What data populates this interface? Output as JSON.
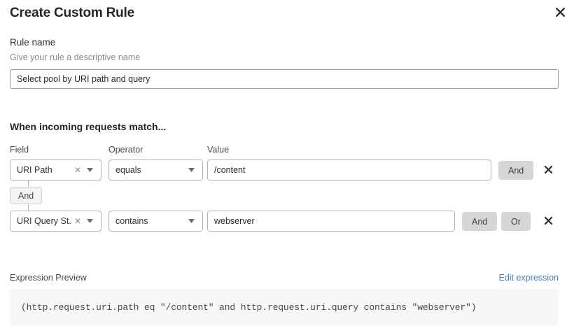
{
  "modal": {
    "title": "Create Custom Rule",
    "close_icon": "close-icon"
  },
  "rule_name": {
    "label": "Rule name",
    "help": "Give your rule a descriptive name",
    "value": "Select pool by URI path and query",
    "placeholder": "Select pool by URI path and query"
  },
  "conditions": {
    "heading": "When incoming requests match...",
    "columns": {
      "field": "Field",
      "operator": "Operator",
      "value": "Value"
    },
    "connector": {
      "label": "And"
    },
    "rows": [
      {
        "field": "URI Path",
        "field_clear_icon": "clear-icon",
        "field_caret_icon": "chevron-down-icon",
        "operator": "equals",
        "operator_caret_icon": "chevron-down-icon",
        "value": "/content",
        "buttons": [
          "And"
        ],
        "delete_icon": "close-icon"
      },
      {
        "field": "URI Query St...",
        "field_clear_icon": "clear-icon",
        "field_caret_icon": "chevron-down-icon",
        "operator": "contains",
        "operator_caret_icon": "chevron-down-icon",
        "value": "webserver",
        "buttons": [
          "And",
          "Or"
        ],
        "delete_icon": "close-icon"
      }
    ]
  },
  "expression": {
    "label": "Expression Preview",
    "edit_link": "Edit expression",
    "code": "(http.request.uri.path eq \"/content\" and http.request.uri.query contains \"webserver\")"
  },
  "colors": {
    "accent_link": "#4183c4",
    "chip_bg": "#d6d6d6",
    "border": "#b4b4b4",
    "code_bg": "#f7f7f7"
  }
}
